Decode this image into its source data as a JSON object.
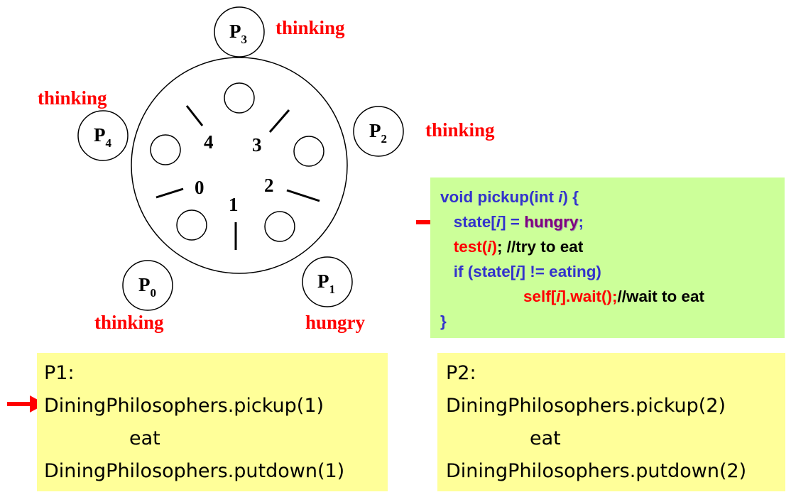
{
  "philosophers": [
    {
      "id": "p0",
      "base": "P",
      "sub": "0",
      "state": "thinking"
    },
    {
      "id": "p1",
      "base": "P",
      "sub": "1",
      "state": "hungry"
    },
    {
      "id": "p2",
      "base": "P",
      "sub": "2",
      "state": "thinking"
    },
    {
      "id": "p3",
      "base": "P",
      "sub": "3",
      "state": "thinking"
    },
    {
      "id": "p4",
      "base": "P",
      "sub": "4",
      "state": "thinking"
    }
  ],
  "chopsticks": [
    "0",
    "1",
    "2",
    "3",
    "4"
  ],
  "code": {
    "line1": "void pickup(int ",
    "line1_var": "i",
    "line1_end": ") {",
    "line2_a": "state[",
    "line2_var": "i",
    "line2_b": "] = ",
    "line2_val": "hungry",
    "line2_end": ";",
    "line3_a": "test(",
    "line3_var": "i",
    "line3_b": ")",
    "line3_c": "; //try to eat",
    "line4_a": "if (state[",
    "line4_var": "i",
    "line4_b": "] != eating)",
    "line5_a": "self[",
    "line5_var": "i",
    "line5_b": "].wait();",
    "line5_c": "//wait to eat",
    "line6": "}"
  },
  "p1_box": {
    "title": "P1:",
    "call1": "DiningPhilosophers.pickup(1)",
    "action": "eat",
    "call2": "DiningPhilosophers.putdown(1)"
  },
  "p2_box": {
    "title": "P2:",
    "call1": "DiningPhilosophers.pickup(2)",
    "action": "eat",
    "call2": "DiningPhilosophers.putdown(2)"
  },
  "colors": {
    "state_label": "#ff0000",
    "code_bg": "#ccff99",
    "code_keyword": "#3333cc",
    "box_bg": "#ffff99",
    "arrow": "#ff0000"
  }
}
